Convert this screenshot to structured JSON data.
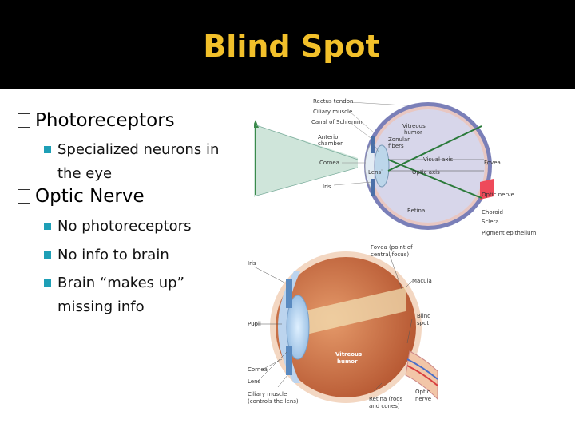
{
  "slide": {
    "title": "Blind Spot",
    "bullets": [
      {
        "text": "Photoreceptors",
        "sub": [
          {
            "lines": [
              "Specialized neurons in",
              "the eye"
            ]
          }
        ]
      },
      {
        "text": "Optic Nerve",
        "sub": [
          {
            "lines": [
              "No photoreceptors"
            ]
          },
          {
            "lines": [
              "No info to brain"
            ]
          },
          {
            "lines": [
              "Brain “makes up”",
              "missing info"
            ]
          }
        ]
      }
    ]
  },
  "diagram_top": {
    "labels": {
      "rectus_tendon": "Rectus tendon",
      "ciliary_muscle": "Ciliary muscle",
      "canal": "Canal of Schlemm",
      "anterior_1": "Anterior",
      "anterior_2": "chamber",
      "cornea": "Cornea",
      "iris": "Iris",
      "lens": "Lens",
      "vitreous_1": "Vitreous",
      "vitreous_2": "humor",
      "zonular_1": "Zonular",
      "zonular_2": "fibers",
      "visual_axis": "Visual axis",
      "optic_axis": "Optic axis",
      "fovea": "Fovea",
      "optic_nerve": "Optic nerve",
      "retina": "Retina",
      "choroid": "Choroid",
      "sclera": "Sclera",
      "pigment": "Pigment epithelium"
    }
  },
  "diagram_bottom": {
    "labels": {
      "iris": "Iris",
      "fovea_1": "Fovea (point of",
      "fovea_2": "central focus)",
      "macula": "Macula",
      "pupil": "Pupil",
      "blind_1": "Blind",
      "blind_2": "spot",
      "cornea": "Cornea",
      "lens": "Lens",
      "vitreous_1": "Vitreous",
      "vitreous_2": "humor",
      "ciliary_1": "Ciliary muscle",
      "ciliary_2": "(controls the lens)",
      "retina_1": "Retina (rods",
      "retina_2": "and cones)",
      "optic_1": "Optic",
      "optic_2": "nerve"
    }
  },
  "colors": {
    "title_bg": "#000000",
    "title_text": "#f2c02a",
    "sub_bullet": "#1e9fb6"
  }
}
